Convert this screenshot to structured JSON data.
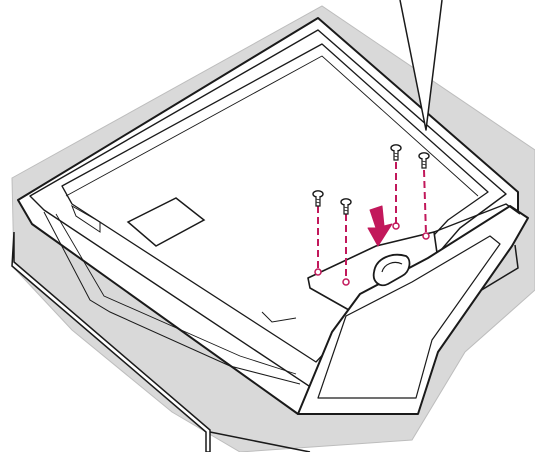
{
  "figure": {
    "subject": "tv-stand-assembly",
    "screw_count": 4,
    "colors": {
      "outline": "#1a1a1a",
      "cloth": "#d9d9d9",
      "screw_guide": "#c2185b",
      "arrow": "#c2185b",
      "panel": "#ffffff"
    },
    "icons": [
      "screw-icon",
      "down-arrow-icon",
      "callout-pointer"
    ]
  }
}
